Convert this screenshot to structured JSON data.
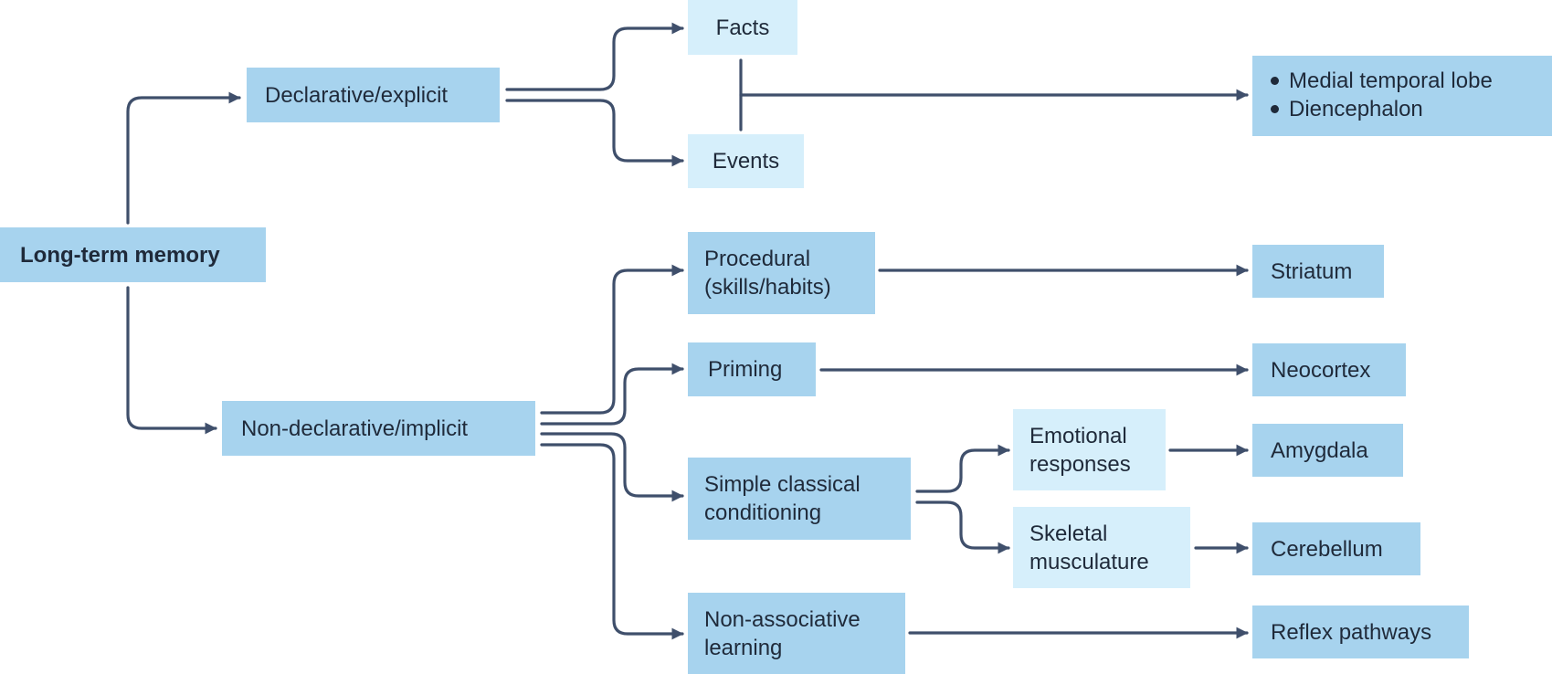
{
  "nodes": {
    "root": "Long-term memory",
    "declarative": "Declarative/explicit",
    "nondeclarative": "Non-declarative/implicit",
    "facts": "Facts",
    "events": "Events",
    "procedural": "Procedural\n(skills/habits)",
    "priming": "Priming",
    "conditioning": "Simple classical\nconditioning",
    "nonassociative": "Non-associative\nlearning",
    "emotional": "Emotional\nresponses",
    "skeletal": "Skeletal\nmusculature"
  },
  "regions": {
    "declarative_regions": [
      "Medial temporal lobe",
      "Diencephalon"
    ],
    "striatum": "Striatum",
    "neocortex": "Neocortex",
    "amygdala": "Amygdala",
    "cerebellum": "Cerebellum",
    "reflex": "Reflex pathways"
  },
  "colors": {
    "box_dark": "#a7d3ee",
    "box_light": "#d6effb",
    "arrow": "#3f4f6b",
    "text": "#1f2a3a"
  }
}
